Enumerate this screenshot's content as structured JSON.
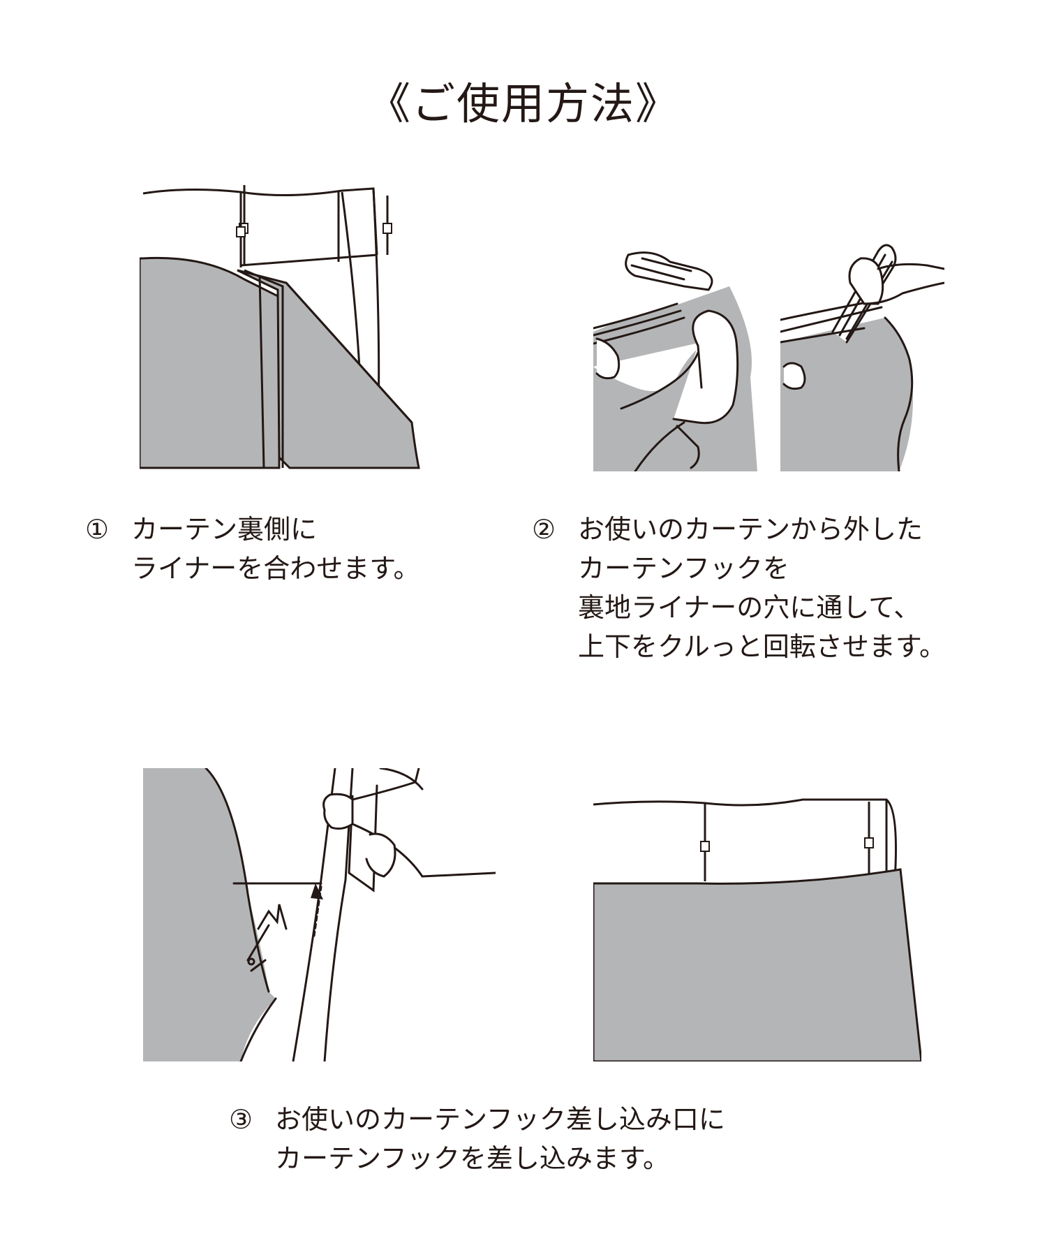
{
  "title": "《ご使用方法》",
  "steps": [
    {
      "number": "①",
      "lines": [
        "カーテン裏側に",
        "ライナーを合わせます。"
      ]
    },
    {
      "number": "②",
      "lines": [
        "お使いのカーテンから外した",
        "カーテンフックを",
        "裏地ライナーの穴に通して、",
        "上下をクルっと回転させます。"
      ]
    },
    {
      "number": "③",
      "lines": [
        "お使いのカーテンフック差し込み口に",
        "カーテンフックを差し込みます。"
      ]
    }
  ],
  "colors": {
    "liner_gray": "#b4b5b6",
    "line": "#231815",
    "background": "#ffffff"
  }
}
